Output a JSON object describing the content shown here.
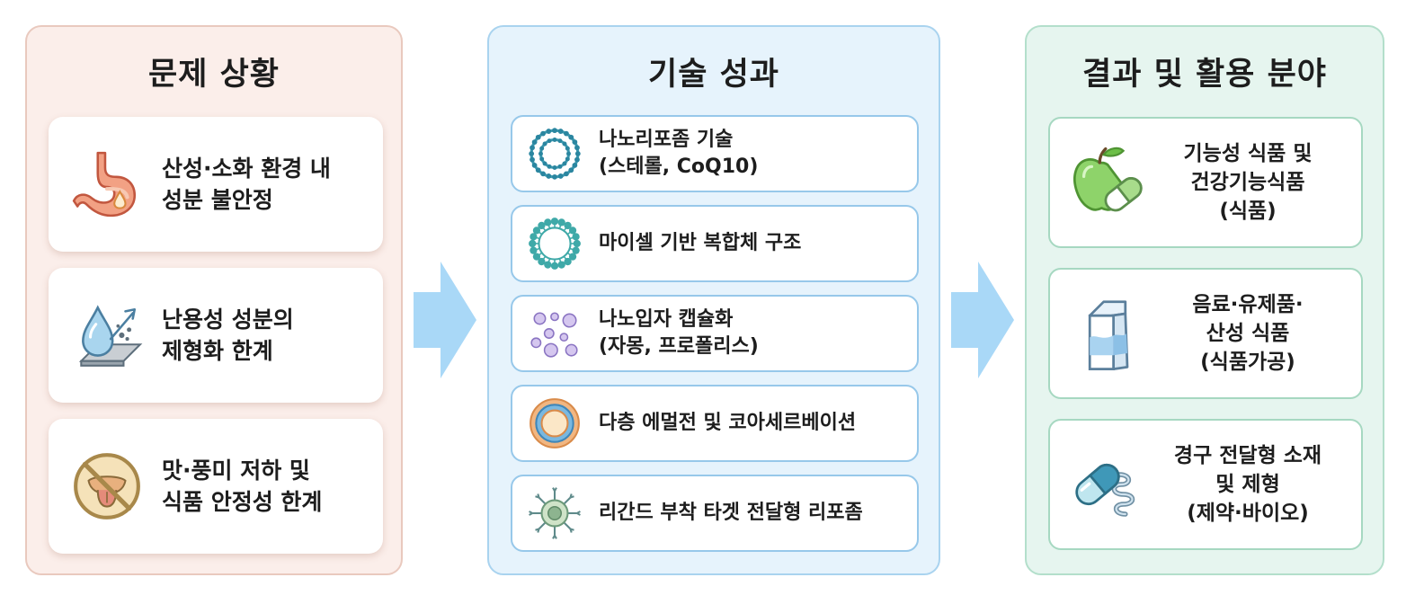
{
  "problem": {
    "title": "문제 상황",
    "items": [
      {
        "icon": "stomach-icon",
        "lines": [
          "산성·소화 환경 내",
          "성분 불안정"
        ]
      },
      {
        "icon": "water-drop-icon",
        "lines": [
          "난용성 성분의",
          "제형화 한계"
        ]
      },
      {
        "icon": "no-taste-icon",
        "lines": [
          "맛·풍미 저하 및",
          "식품 안정성 한계"
        ]
      }
    ]
  },
  "tech": {
    "title": "기술 성과",
    "items": [
      {
        "icon": "liposome-icon",
        "lines": [
          "나노리포좀 기술",
          "(스테롤, CoQ10)"
        ]
      },
      {
        "icon": "micelle-icon",
        "lines": [
          "마이셀 기반 복합체 구조"
        ]
      },
      {
        "icon": "nanoparticle-icon",
        "lines": [
          "나노입자 캡슐화",
          "(자몽, 프로폴리스)"
        ]
      },
      {
        "icon": "multilayer-emulsion-icon",
        "lines": [
          "다층 에멀전 및 코아세르베이션"
        ]
      },
      {
        "icon": "targeted-liposome-icon",
        "lines": [
          "리간드 부착 타겟 전달형 리포좀"
        ]
      }
    ]
  },
  "result": {
    "title": "결과 및 활용 분야",
    "items": [
      {
        "icon": "apple-capsule-icon",
        "lines": [
          "기능성 식품 및",
          "건강기능식품",
          "(식품)"
        ]
      },
      {
        "icon": "milk-carton-icon",
        "lines": [
          "음료·유제품·",
          "산성 식품",
          "(식품가공)"
        ]
      },
      {
        "icon": "capsule-intestine-icon",
        "lines": [
          "경구 전달형 소재",
          "및 제형",
          "(제약·바이오)"
        ]
      }
    ]
  },
  "colors": {
    "problem_bg": "#fbeeea",
    "tech_bg": "#e6f3fc",
    "result_bg": "#e6f5ef",
    "arrow": "#a9d8f7"
  }
}
